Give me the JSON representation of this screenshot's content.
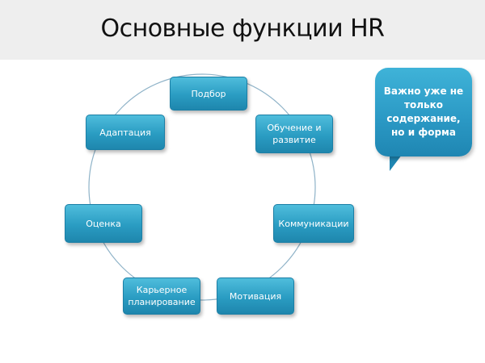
{
  "title": "Основные функции HR",
  "diagram": {
    "nodes": [
      {
        "id": "podbor",
        "label": "Подбор"
      },
      {
        "id": "obuchenie",
        "label": "Обучение и развитие"
      },
      {
        "id": "kommunikacii",
        "label": "Коммуникации"
      },
      {
        "id": "motivaciya",
        "label": "Мотивация"
      },
      {
        "id": "karernoe",
        "label": "Карьерное планирование"
      },
      {
        "id": "ocenka",
        "label": "Оценка"
      },
      {
        "id": "adaptaciya",
        "label": "Адаптация"
      }
    ]
  },
  "callout": {
    "text": "Важно уже не только содержание, но и форма"
  },
  "colors": {
    "node_fill": "#2a9cc2",
    "ring_stroke": "#8fb3c8",
    "header_bg": "#eeeeee"
  }
}
